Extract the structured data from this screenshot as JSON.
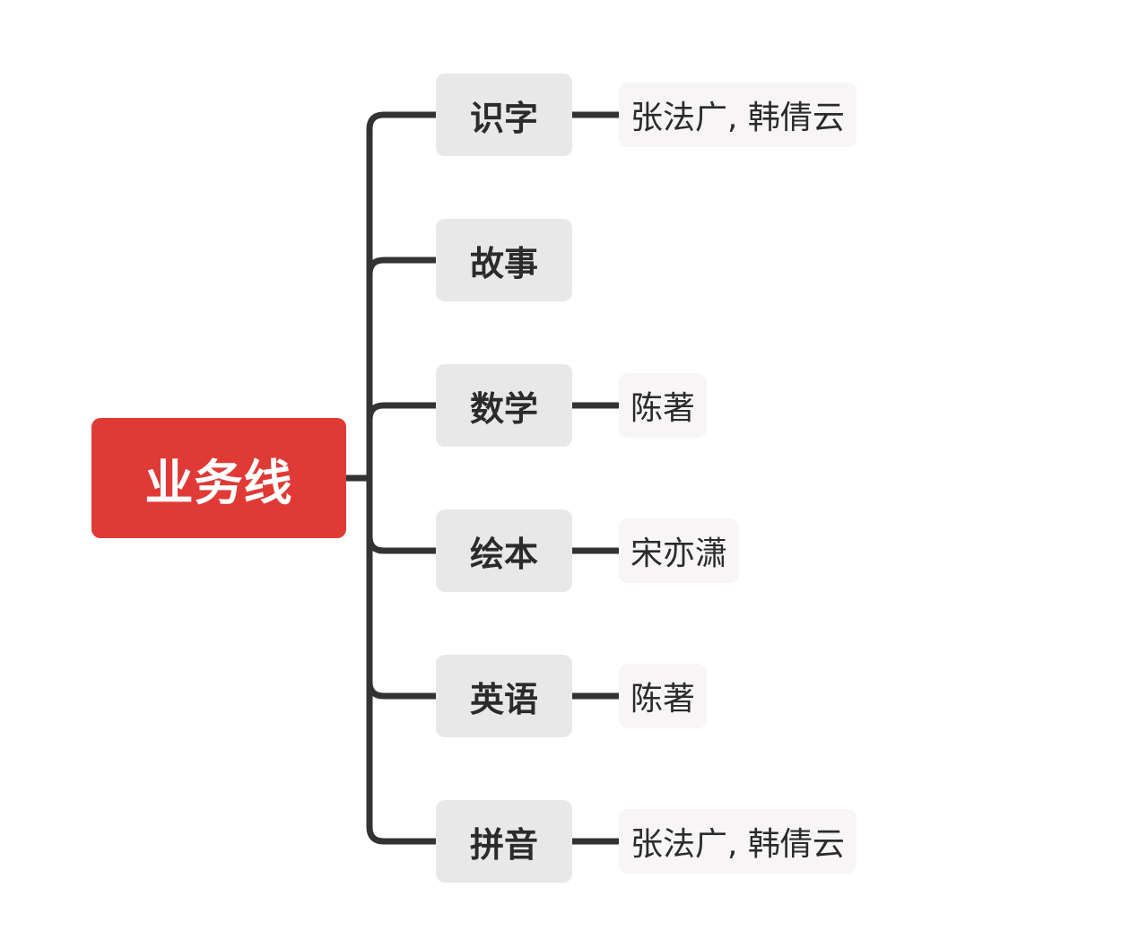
{
  "root": {
    "label": "业务线",
    "color": "#e03a36"
  },
  "branches": [
    {
      "label": "识字",
      "owners": "张法广, 韩倩云"
    },
    {
      "label": "故事",
      "owners": ""
    },
    {
      "label": "数学",
      "owners": "陈著"
    },
    {
      "label": "绘本",
      "owners": "宋亦潇"
    },
    {
      "label": "英语",
      "owners": "陈著"
    },
    {
      "label": "拼音",
      "owners": "张法广, 韩倩云"
    }
  ],
  "colors": {
    "connector": "#333333",
    "branch_fill": "#e8e8e8",
    "leaf_fill": "#f7f5f5",
    "text": "#2b2b2b"
  }
}
